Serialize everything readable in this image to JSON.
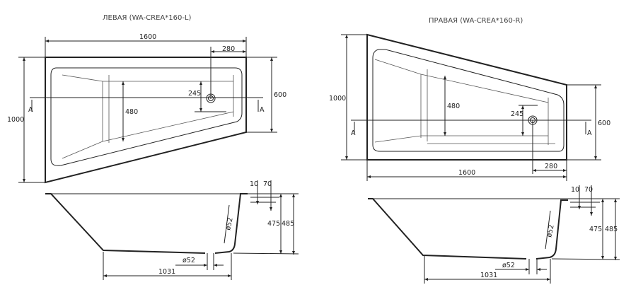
{
  "left_view": {
    "title": "ЛЕВАЯ (WA-CREA*160-L)",
    "dim_length": "1600",
    "dim_drain_offset": "280",
    "dim_width": "1000",
    "dim_short_width": "600",
    "dim_depth_inner": "480",
    "dim_drain_from_edge": "245",
    "section_marker": "A"
  },
  "right_view": {
    "title": "ПРАВАЯ (WA-CREA*160-R)",
    "dim_length": "1600",
    "dim_drain_offset": "280",
    "dim_width": "1000",
    "dim_short_width": "600",
    "dim_depth_inner": "480",
    "dim_drain_from_edge": "245",
    "section_marker": "A"
  },
  "left_section": {
    "dim_10": "10",
    "dim_70": "70",
    "dim_475": "475",
    "dim_485": "485",
    "dim_bottom_length": "1031",
    "overflow_diameter": "ø52",
    "drain_diameter": "ø52"
  },
  "right_section": {
    "dim_10": "10",
    "dim_70": "70",
    "dim_475": "475",
    "dim_485": "485",
    "dim_bottom_length": "1031",
    "overflow_diameter": "ø52",
    "drain_diameter": "ø52"
  }
}
